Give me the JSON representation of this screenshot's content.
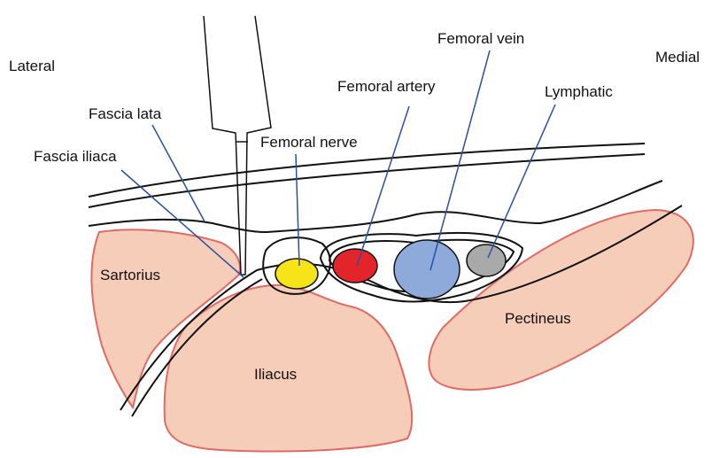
{
  "labels": {
    "lateral": "Lateral",
    "medial": "Medial",
    "fascia_lata": "Fascia lata",
    "fascia_iliaca": "Fascia iliaca",
    "femoral_nerve": "Femoral nerve",
    "femoral_artery": "Femoral artery",
    "femoral_vein": "Femoral vein",
    "lymphatic": "Lymphatic",
    "sartorius": "Sartorius",
    "iliacus": "Iliacus",
    "pectineus": "Pectineus"
  },
  "colors": {
    "muscle_fill": "#f5cdb8",
    "muscle_stroke": "#e06a64",
    "nerve": "#f7e418",
    "artery": "#e3242b",
    "vein": "#8eaadb",
    "lymphatic": "#a9a9a9",
    "leader_line": "#2b4fa0"
  }
}
